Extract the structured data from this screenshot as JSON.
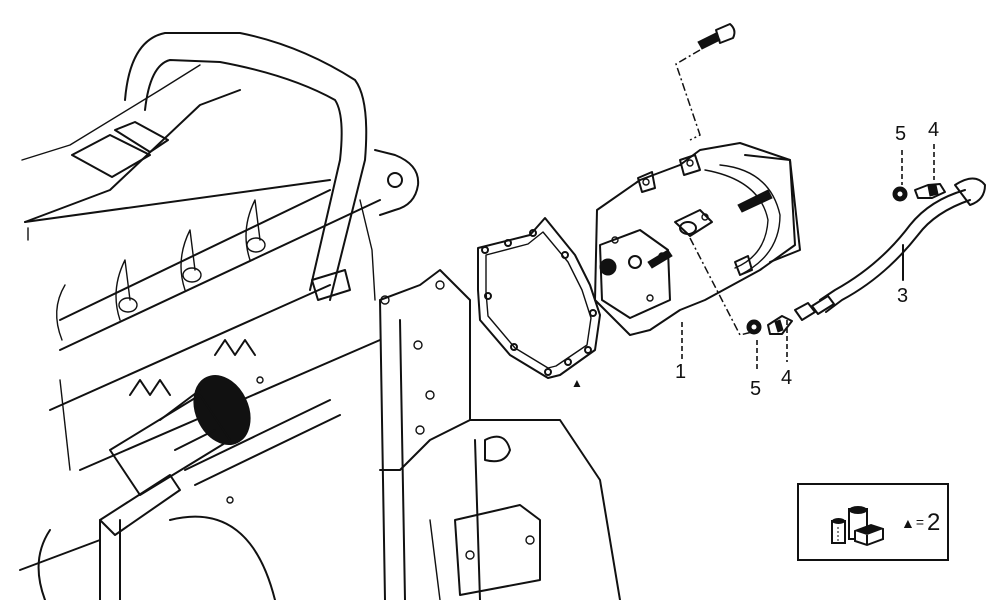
{
  "diagram": {
    "type": "exploded-parts-view",
    "subject": "engine front cover / housing assembly with gasket and pipe",
    "callouts": [
      {
        "id": "c1",
        "label": "1",
        "part": "housing"
      },
      {
        "id": "c3",
        "label": "3",
        "part": "pipe"
      },
      {
        "id": "c4a",
        "label": "4",
        "part": "union fitting (upper)"
      },
      {
        "id": "c5a",
        "label": "5",
        "part": "sealing washer (upper)"
      },
      {
        "id": "c4b",
        "label": "4",
        "part": "union fitting (lower)"
      },
      {
        "id": "c5b",
        "label": "5",
        "part": "sealing washer (lower)"
      }
    ],
    "gasket_marker": "▲"
  },
  "legend": {
    "marker": "▲",
    "equals": "=",
    "value": "2",
    "icon": "gasket-kit-icon"
  },
  "colors": {
    "ink": "#111111",
    "paper": "#ffffff"
  }
}
